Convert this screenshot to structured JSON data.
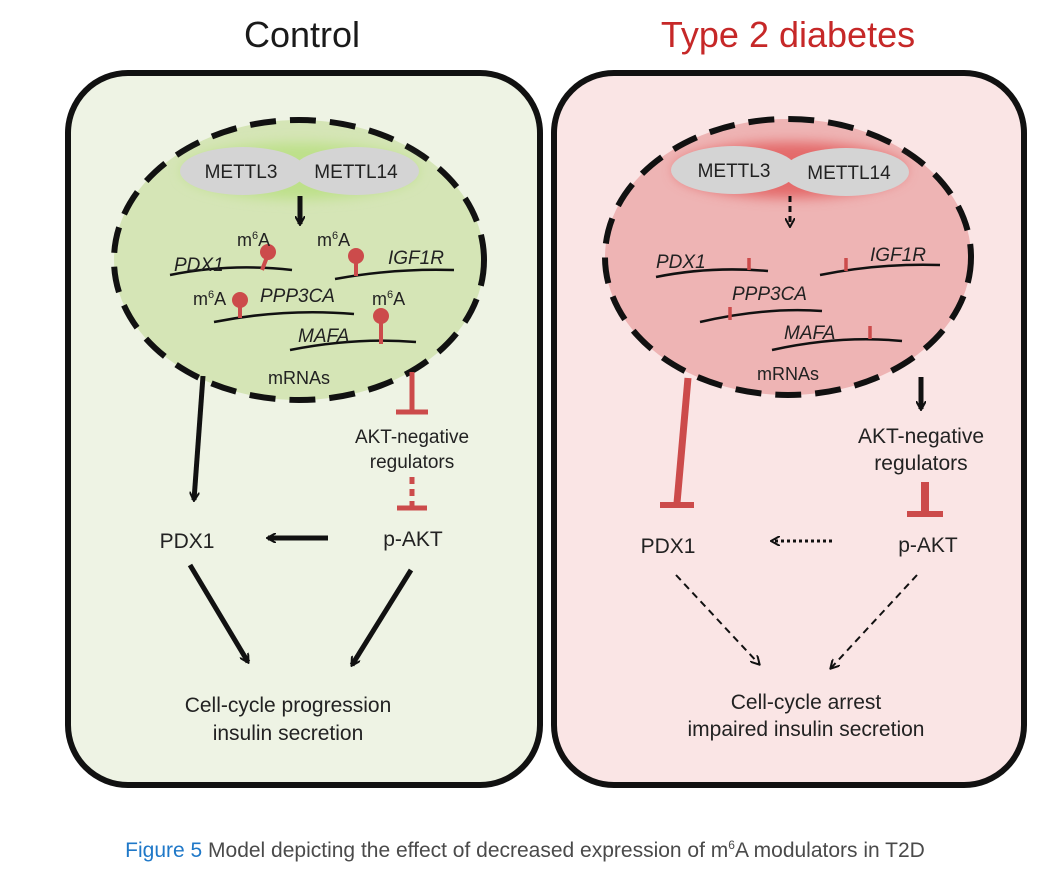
{
  "panels": {
    "control": {
      "title": "Control",
      "enzymes": [
        "METTL3",
        "METTL14"
      ],
      "genes": [
        "PDX1",
        "IGF1R",
        "PPP3CA",
        "MAFA"
      ],
      "mark": "m",
      "mark_sup": "6",
      "mark_end": "A",
      "mrnas": "mRNAs",
      "akt_neg_line1": "AKT-negative",
      "akt_neg_line2": "regulators",
      "pdx1": "PDX1",
      "pakt": "p-AKT",
      "outcome_line1": "Cell-cycle progression",
      "outcome_line2": "insulin secretion"
    },
    "t2d": {
      "title": "Type 2 diabetes",
      "enzymes": [
        "METTL3",
        "METTL14"
      ],
      "genes": [
        "PDX1",
        "IGF1R",
        "PPP3CA",
        "MAFA"
      ],
      "mrnas": "mRNAs",
      "akt_neg_line1": "AKT-negative",
      "akt_neg_line2": "regulators",
      "pdx1": "PDX1",
      "pakt": "p-AKT",
      "outcome_line1": "Cell-cycle arrest",
      "outcome_line2": "impaired insulin secretion"
    }
  },
  "caption": {
    "label": "Figure 5",
    "text_pre": " Model depicting the effect of decreased expression of m",
    "sup": "6",
    "text_post": "A modulators in T2D"
  },
  "colors": {
    "control_fill": "#eef3e4",
    "control_nucleus": "#d5e5b6",
    "t2d_fill": "#fae5e5",
    "t2d_nucleus": "#eeb4b4",
    "inhibit_red": "#cc4b4b",
    "title_red": "#c62828"
  }
}
